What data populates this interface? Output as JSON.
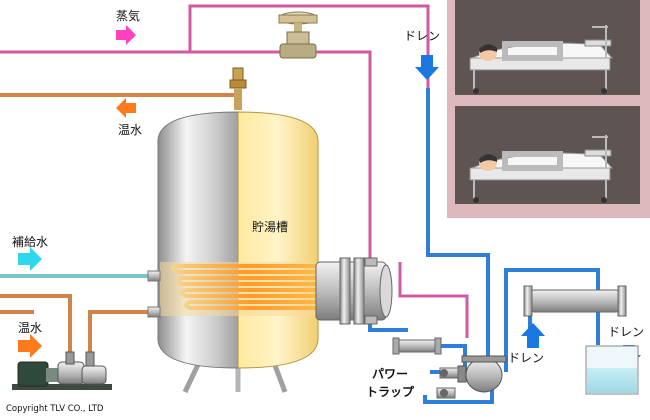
{
  "labels": {
    "steam": "蒸気",
    "hot_water_out": "温水",
    "tank": "貯湯槽",
    "makeup_water": "補給水",
    "hot_water_in": "温水",
    "drain_top": "ドレン",
    "drain_mid": "ドレン",
    "drain_right": "ドレン",
    "power_trap_line1": "パワー",
    "power_trap_line2": "トラップ",
    "copyright": "Copyright TLV CO., LTD"
  },
  "colors": {
    "steam_pipe": "#d05aa0",
    "steam_arrow": "#ff40c0",
    "hot_water_pipe": "#d0844a",
    "hot_water_arrow": "#ff7a1a",
    "drain_pipe": "#2f7fd8",
    "drain_arrow": "#1a78e0",
    "makeup_pipe": "#7ac4cc",
    "makeup_arrow": "#30d6ee",
    "room_wall": "#ddb8bc",
    "room_interior": "#5e5552"
  },
  "icons": [
    "steam-arrow-icon",
    "hot-water-arrow-icon",
    "makeup-water-arrow-icon",
    "drain-arrow-icon",
    "control-valve-icon",
    "safety-valve-icon",
    "hospital-bed-icon",
    "pump-motor-icon"
  ]
}
